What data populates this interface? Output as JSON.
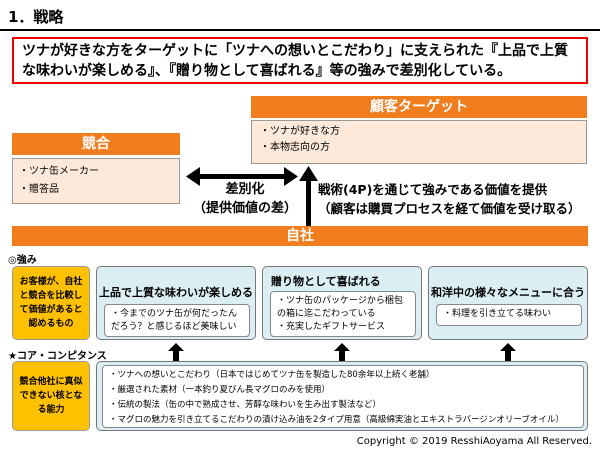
{
  "header": {
    "title": "1．戦略"
  },
  "summary": {
    "line1": "ツナが好きな方をターゲットに「ツナへの想いとこだわり」に支えられた『上品で上質",
    "line2": "な味わいが楽しめる』、『贈り物として喜ばれる』等の強みで差別化している。"
  },
  "target": {
    "title": "顧客ターゲット",
    "items": [
      "・ツナが好きな方",
      "・本物志向の方"
    ]
  },
  "competition": {
    "title": "競合",
    "items": [
      "・ツナ缶メーカー",
      "・贈答品"
    ]
  },
  "differentiation": {
    "line1": "差別化",
    "line2": "（提供価値の差）"
  },
  "tactics": {
    "line1": "戦術(4P)を通じて強みである価値を提供",
    "line2": "（顧客は購買プロセスを経て価値を受け取る）"
  },
  "company": {
    "title": "自社"
  },
  "strengths": {
    "label": "◎強み",
    "side": "お客様が、自社と競合を比較して価値があると認めるもの",
    "cards": [
      {
        "title": "上品で上質な味わいが楽しめる",
        "body": "・今までのツナ缶が何だったんだろう？と感じるほど美味しい"
      },
      {
        "title": "贈り物として喜ばれる",
        "body": "・ツナ缶のパッケージから梱包の箱に迄こだわっている\n・充実したギフトサービス"
      },
      {
        "title": "和洋中の様々なメニューに合う",
        "body": "・料理を引き立てる味わい"
      }
    ]
  },
  "core": {
    "label": "★コア・コンピタンス",
    "side": "競合他社に真似できない核となる能力",
    "items": [
      "・ツナへの想いとこだわり（日本ではじめてツナ缶を製造した80余年以上続く老舗）",
      "・厳選された素材（一本釣り夏びん長マグロのみを使用）",
      "・伝統の製法（缶の中で熟成させ、芳醇な味わいを生み出す製法など）",
      "・マグロの魅力を引き立てるこだわりの漬け込み油を2タイプ用意（高級綿実油とエキストラバージンオリーブオイル）"
    ]
  },
  "footer": {
    "copyright": "Copyright © 2019 ResshiAoyama All Reserved."
  },
  "colors": {
    "orange": "#f07d1e",
    "pale_orange": "#fde9d9",
    "light_blue": "#daeef3",
    "yellow": "#ffc000",
    "red_border": "#e00000"
  }
}
